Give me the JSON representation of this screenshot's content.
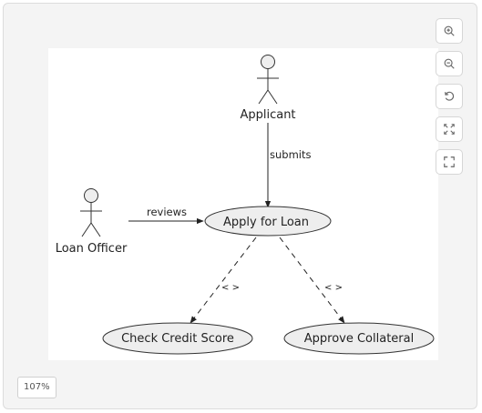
{
  "diagram": {
    "actors": {
      "applicant": "Applicant",
      "loan_officer": "Loan Officer"
    },
    "use_cases": {
      "apply": "Apply for Loan",
      "credit": "Check Credit Score",
      "collateral": "Approve Collateral"
    },
    "edges": {
      "submits": "submits",
      "reviews": "reviews",
      "include_credit": "< >",
      "include_collateral": "< >"
    }
  },
  "toolbar": {
    "zoom_in": "zoom-in-icon",
    "zoom_out": "zoom-out-icon",
    "reset": "reset-icon",
    "fit": "fit-icon",
    "fullscreen": "fullscreen-icon"
  },
  "zoom": {
    "level": "107%"
  },
  "colors": {
    "usecase_fill": "#eeeeee",
    "stroke": "#222222"
  }
}
